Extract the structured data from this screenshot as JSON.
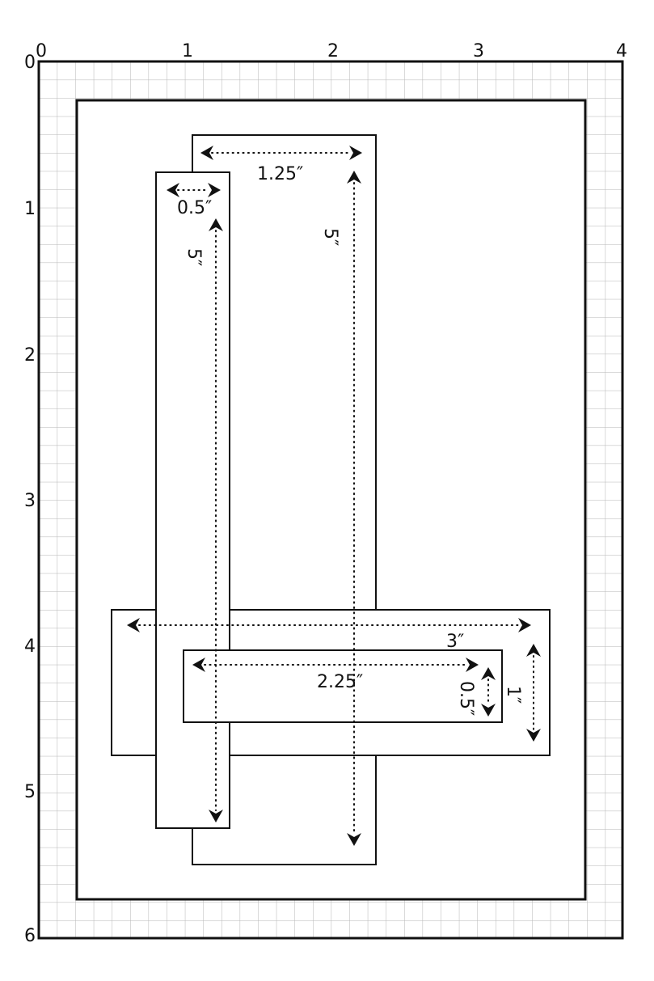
{
  "axes": {
    "x_ticks": [
      "0",
      "1",
      "2",
      "3",
      "4"
    ],
    "y_ticks": [
      "0",
      "1",
      "2",
      "3",
      "4",
      "5",
      "6"
    ]
  },
  "dimensions": {
    "tall_strip_width": "1.25″",
    "tall_strip_height": "5″",
    "thin_strip_width": "0.5″",
    "thin_strip_height": "5″",
    "wide_strip_width": "3″",
    "wide_strip_height": "1″",
    "short_strip_width": "2.25″",
    "short_strip_height": "0.5″"
  }
}
